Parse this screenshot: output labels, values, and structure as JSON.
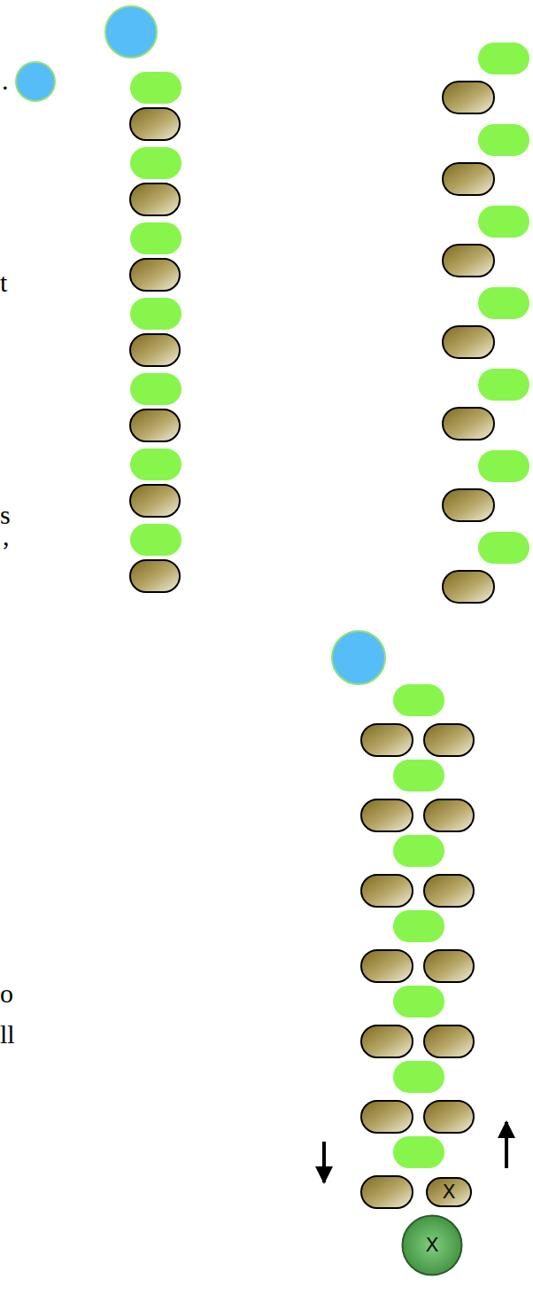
{
  "diagram": {
    "nodes": [
      {
        "text": [
          "X"
        ]
      },
      {
        "text": [
          "X"
        ]
      }
    ],
    "labels": [
      ".",
      "t",
      "s",
      ",",
      "o",
      "ll"
    ]
  }
}
